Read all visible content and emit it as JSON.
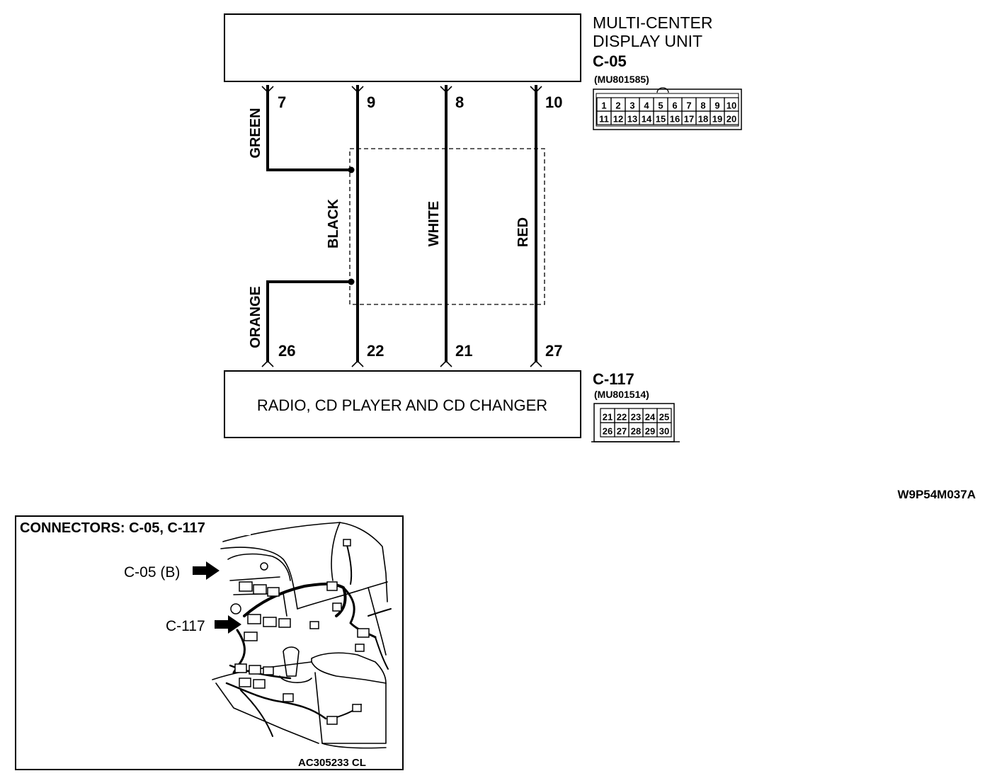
{
  "diagram_code": "W9P54M037A",
  "top_unit": {
    "name_line1": "MULTI-CENTER",
    "name_line2": "DISPLAY UNIT",
    "connector": "C-05",
    "part_no": "(MU801585)",
    "pins_row1": [
      "1",
      "2",
      "3",
      "4",
      "5",
      "6",
      "7",
      "8",
      "9",
      "10"
    ],
    "pins_row2": [
      "11",
      "12",
      "13",
      "14",
      "15",
      "16",
      "17",
      "18",
      "19",
      "20"
    ]
  },
  "bottom_unit": {
    "name": "RADIO, CD PLAYER AND CD CHANGER",
    "connector": "C-117",
    "part_no": "(MU801514)",
    "pins_row1": [
      "21",
      "22",
      "23",
      "24",
      "25"
    ],
    "pins_row2": [
      "26",
      "27",
      "28",
      "29",
      "30"
    ]
  },
  "wires": [
    {
      "color": "GREEN",
      "top_pin": "7",
      "bottom_pin": "26"
    },
    {
      "color": "ORANGE",
      "top_pin": "",
      "bottom_pin": ""
    },
    {
      "color": "BLACK",
      "top_pin": "9",
      "bottom_pin": "22"
    },
    {
      "color": "WHITE",
      "top_pin": "8",
      "bottom_pin": "21"
    },
    {
      "color": "RED",
      "top_pin": "10",
      "bottom_pin": "27"
    }
  ],
  "location_panel": {
    "title": "CONNECTORS: C-05, C-117",
    "callout_1": "C-05 (B)",
    "callout_2": "C-117",
    "image_code": "AC305233 CL"
  }
}
